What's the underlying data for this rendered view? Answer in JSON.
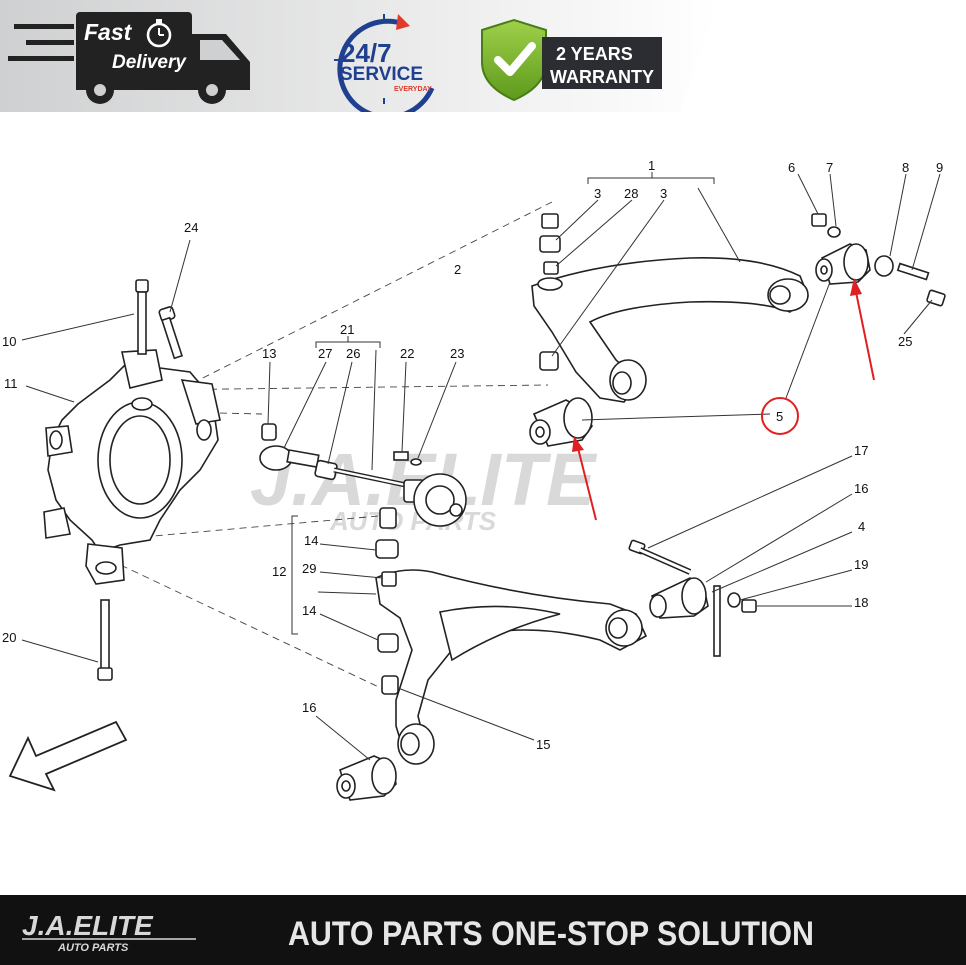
{
  "banner": {
    "fast_delivery": {
      "line1": "Fast",
      "line2": "Delivery"
    },
    "service": {
      "hours": "24/7",
      "word": "SERVICE",
      "sub": "EVERYDAY"
    },
    "warranty": {
      "line1": "2 YEARS",
      "line2": "WARRANTY"
    }
  },
  "watermark": {
    "brand": "J.A.ELITE",
    "sub": "AUTO PARTS"
  },
  "diagram": {
    "callouts": [
      "1",
      "2",
      "3",
      "28",
      "3",
      "6",
      "7",
      "8",
      "9",
      "25",
      "5",
      "24",
      "10",
      "11",
      "21",
      "27",
      "26",
      "22",
      "23",
      "13",
      "17",
      "16",
      "4",
      "19",
      "18",
      "12",
      "14",
      "29",
      "14",
      "20",
      "16",
      "15"
    ],
    "highlighted_callout": "5",
    "highlight_color": "#e02020"
  },
  "footer": {
    "logo": {
      "brand": "J.A.ELITE",
      "sub": "AUTO PARTS"
    },
    "tagline": "AUTO PARTS ONE-STOP SOLUTION"
  }
}
